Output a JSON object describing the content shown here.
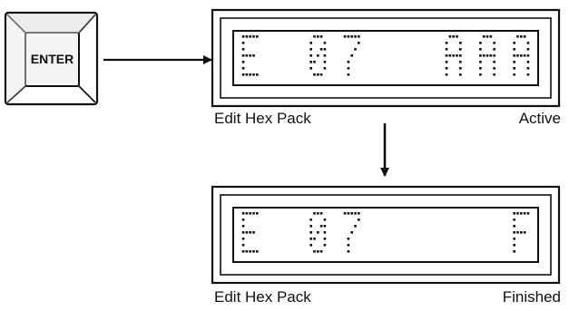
{
  "enter_key": {
    "label": "ENTER",
    "icon": "enter-key-icon"
  },
  "displays": [
    {
      "characters": [
        "E",
        "",
        "0",
        "7",
        "",
        "",
        "A",
        "A",
        "A"
      ],
      "caption_left": "Edit Hex Pack",
      "caption_right": "Active"
    },
    {
      "characters": [
        "E",
        "",
        "0",
        "7",
        "",
        "",
        "",
        "",
        "F"
      ],
      "caption_left": "Edit Hex Pack",
      "caption_right": "Finished"
    }
  ],
  "colors": {
    "ink": "#111111",
    "paper": "#ffffff",
    "key_face": "#f4f4f4",
    "key_bevel": "#dcdcdc"
  }
}
